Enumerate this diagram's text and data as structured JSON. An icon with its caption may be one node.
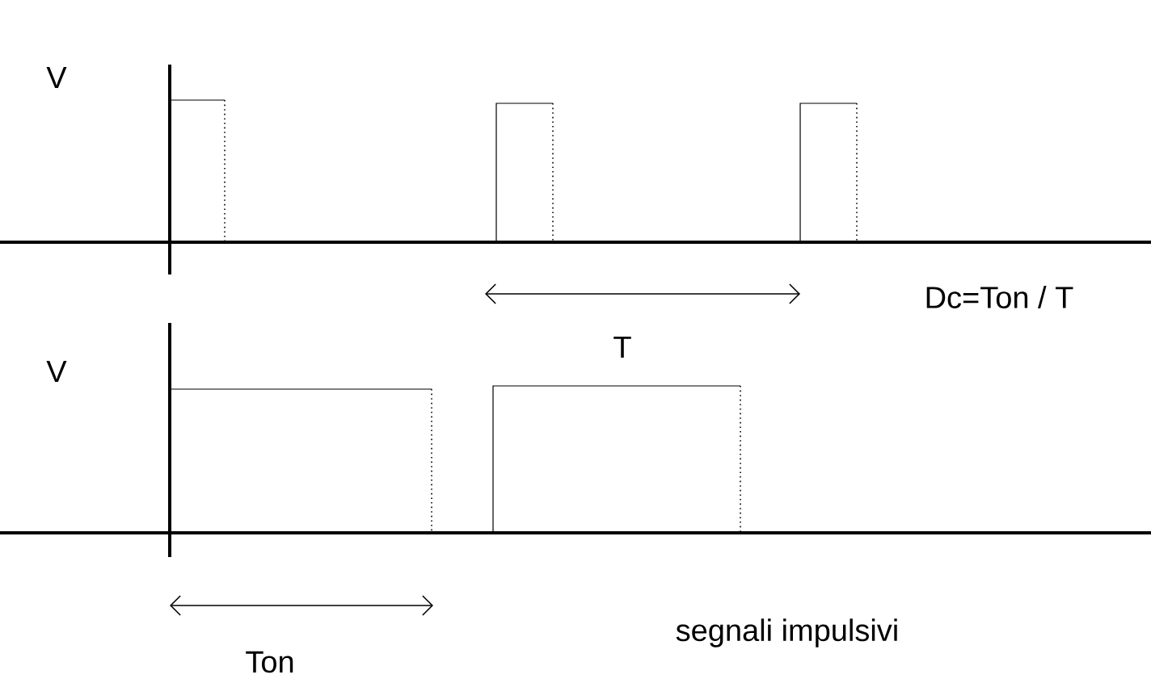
{
  "diagram": {
    "labels": [
      "V",
      "V",
      "T",
      "Dc=Ton / T",
      "Ton",
      "segnali impulsivi"
    ]
  }
}
